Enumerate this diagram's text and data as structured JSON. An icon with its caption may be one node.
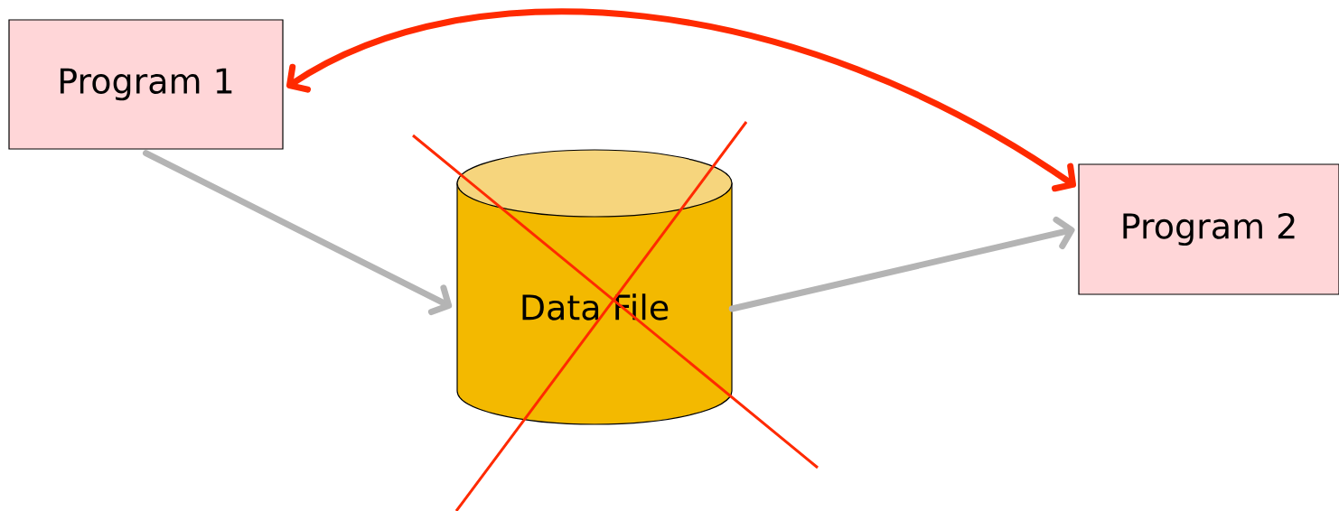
{
  "diagram": {
    "nodes": [
      {
        "text": [
          "Program 1"
        ]
      },
      {
        "text": [
          "Data File"
        ]
      },
      {
        "text": [
          "Program 2"
        ]
      }
    ],
    "edges": [
      {
        "from": 0,
        "to": 1,
        "arrow": "to"
      },
      {
        "from": 1,
        "to": 2,
        "arrow": "to"
      },
      {
        "from": 2,
        "to": 0,
        "arrow": "both",
        "color": "#ff2a00"
      }
    ]
  }
}
